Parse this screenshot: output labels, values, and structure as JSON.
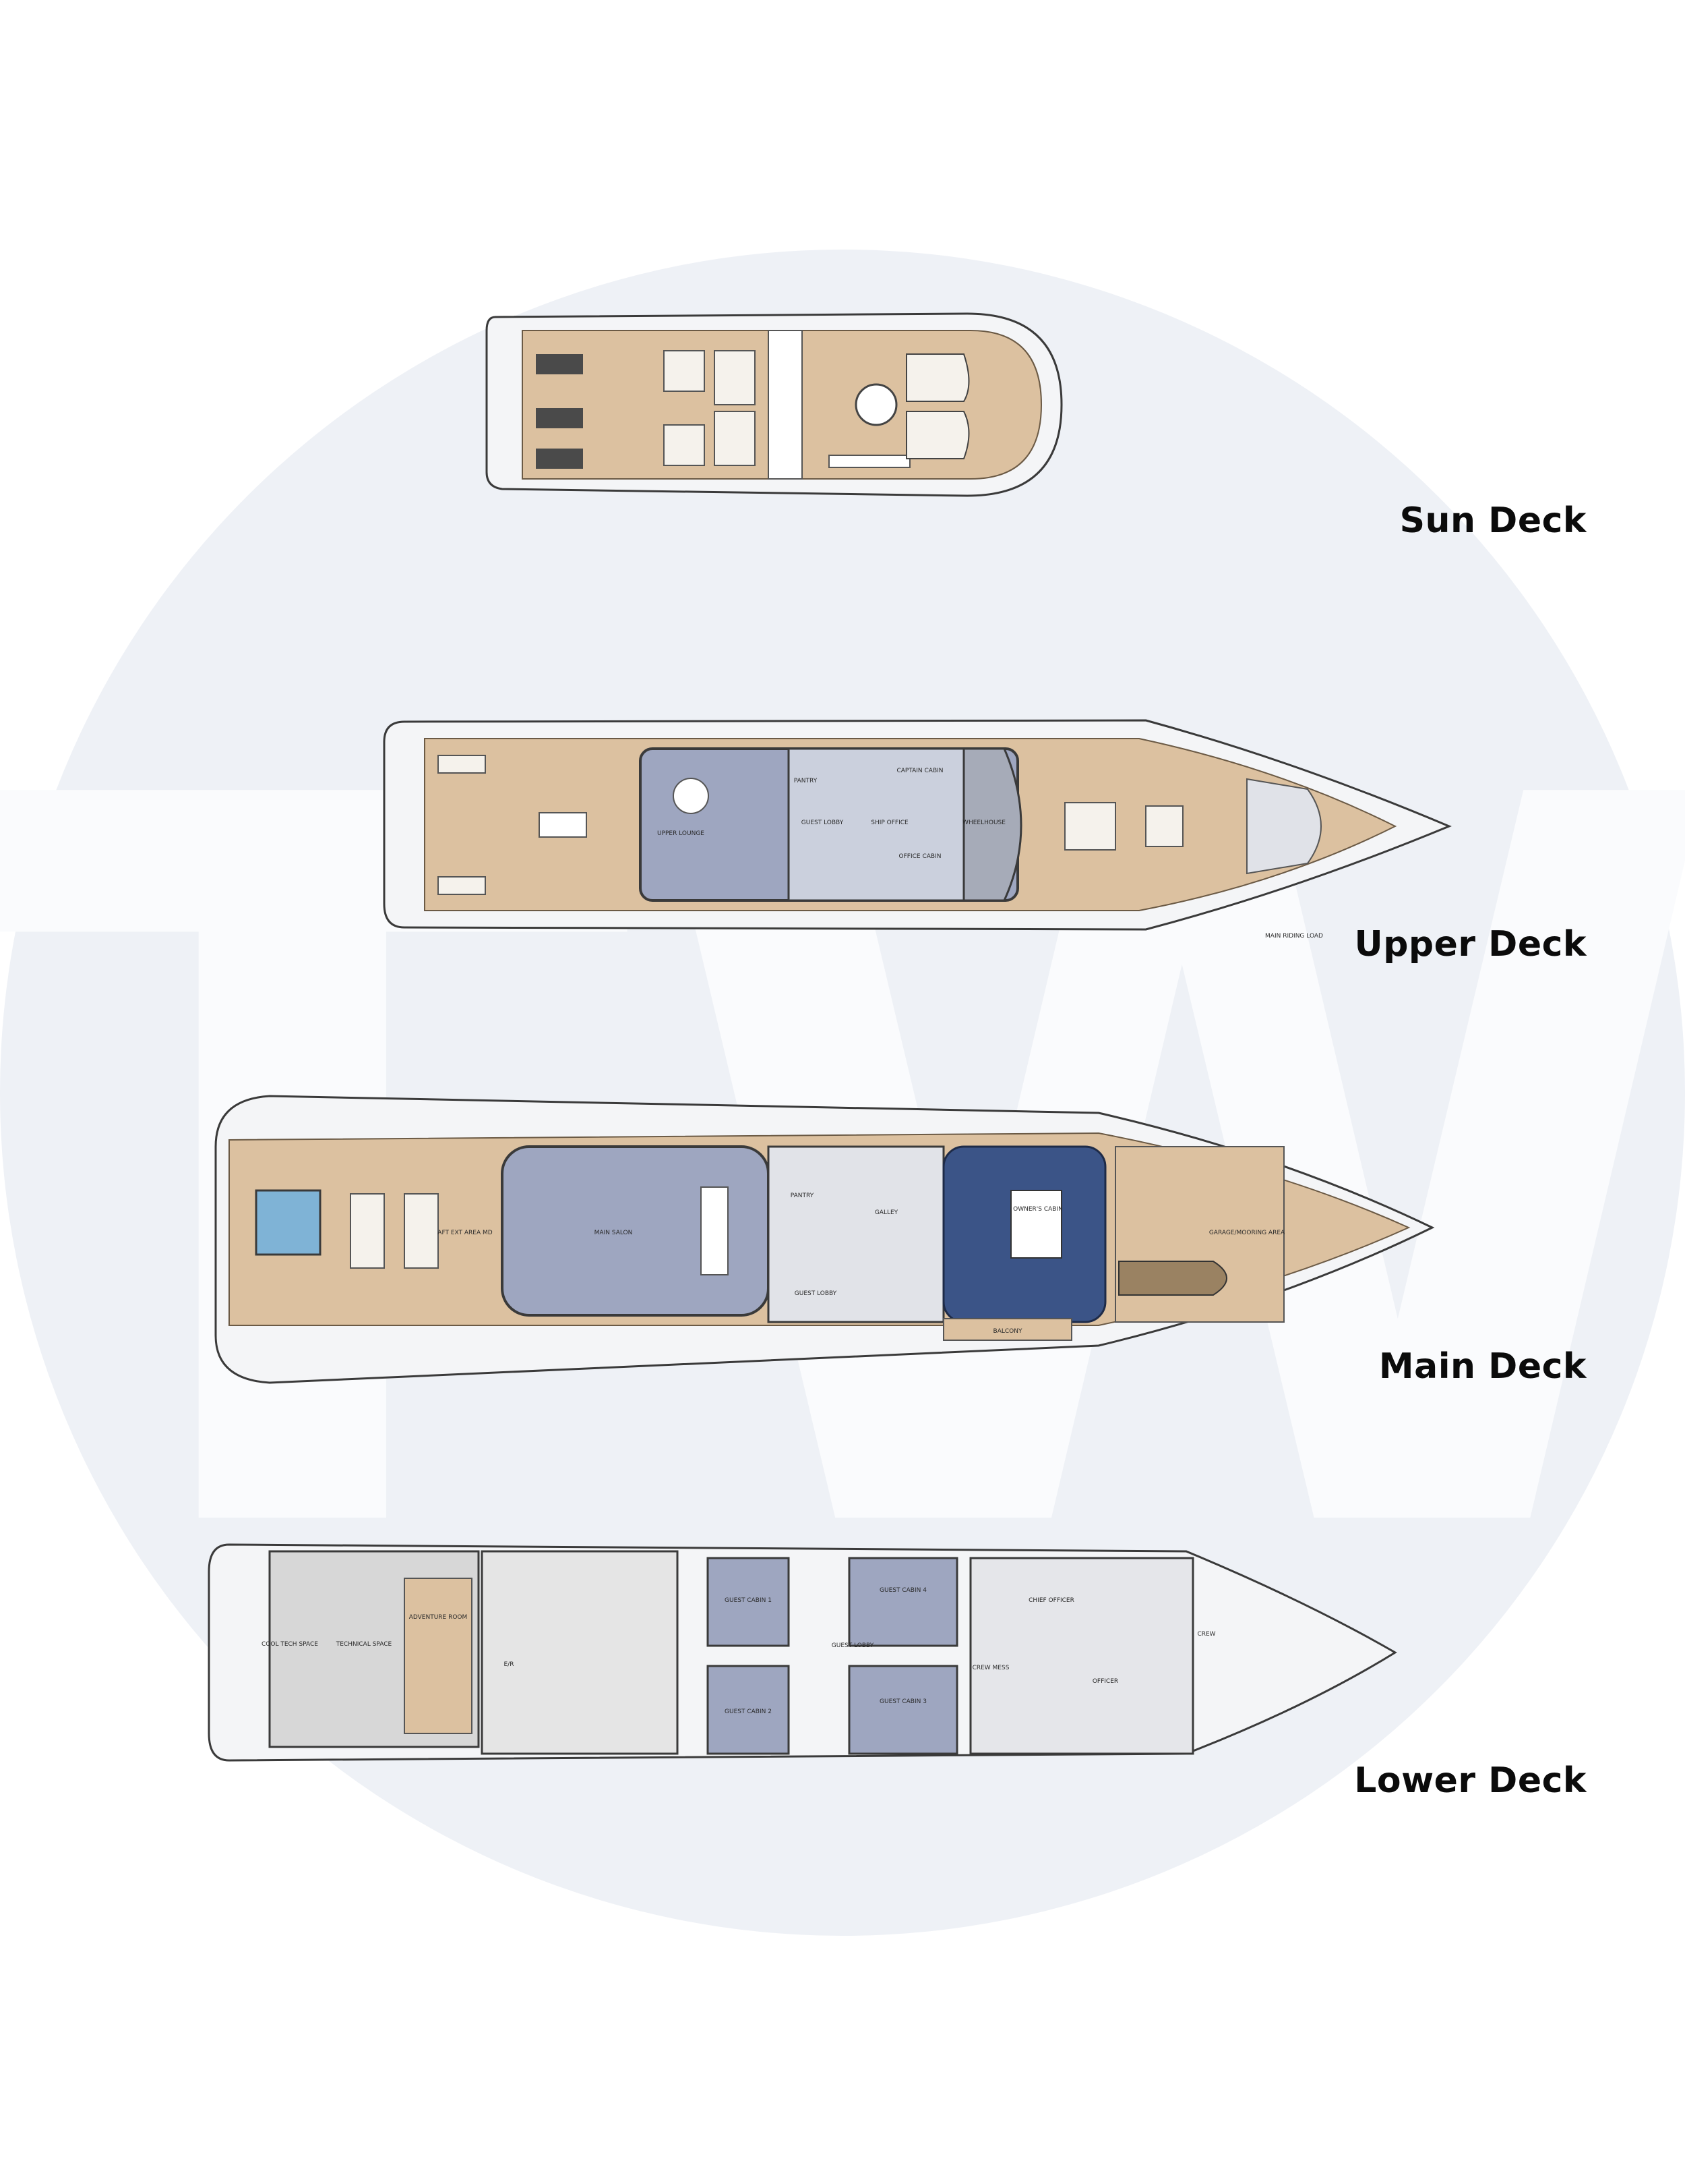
{
  "watermark": {
    "text": "TW",
    "color": "#eef1f6"
  },
  "colors": {
    "teak": "#dcc1a0",
    "interior": "#9ea6c0",
    "owner": "#3b5487",
    "line": "#3a3a3a",
    "tech": "#d7d7d7",
    "hull": "#f4f5f7"
  },
  "decks": [
    {
      "id": "sun",
      "label": "Sun Deck",
      "rooms": []
    },
    {
      "id": "upper",
      "label": "Upper Deck",
      "rooms": [
        "UPPER LOUNGE",
        "PANTRY",
        "GUEST LOBBY",
        "CAPTAIN CABIN",
        "SHIP OFFICE",
        "OFFICE CABIN",
        "WHEELHOUSE",
        "MAIN RIDING LOAD"
      ]
    },
    {
      "id": "main",
      "label": "Main Deck",
      "rooms": [
        "AFT EXT AREA MD",
        "MAIN SALON",
        "PANTRY",
        "GALLEY",
        "GUEST LOBBY",
        "OWNER'S CABIN",
        "BALCONY",
        "GARAGE/MOORING AREA"
      ]
    },
    {
      "id": "lower",
      "label": "Lower Deck",
      "rooms": [
        "COOL TECH SPACE",
        "TECHNICAL SPACE",
        "ADVENTURE ROOM",
        "E/R",
        "GUEST CABIN 1",
        "GUEST CABIN 2",
        "GUEST CABIN 3",
        "GUEST CABIN 4",
        "GUEST LOBBY",
        "CREW MESS",
        "CHIEF OFFICER",
        "OFFICER",
        "CREW"
      ]
    }
  ]
}
